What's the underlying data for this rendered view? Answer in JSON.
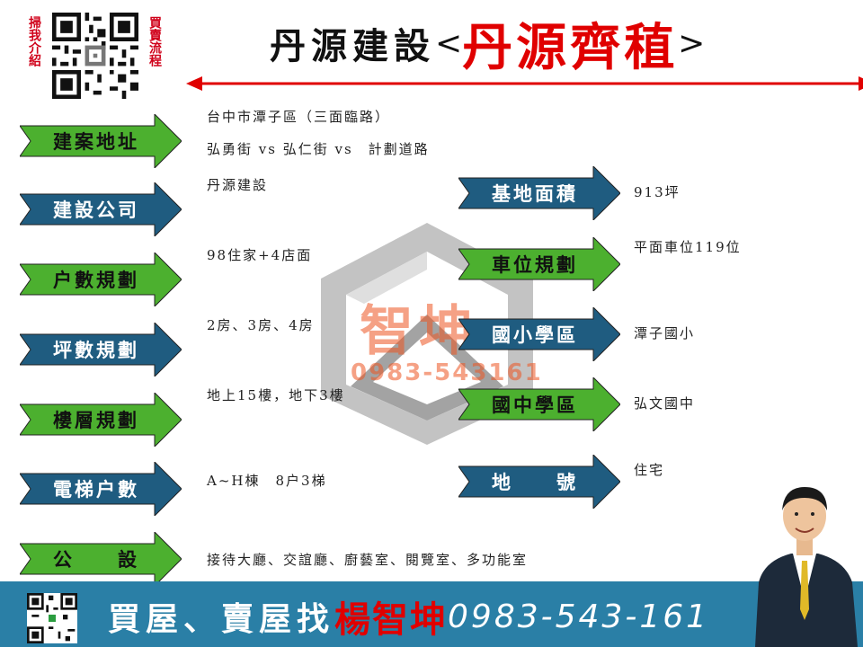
{
  "header": {
    "scan_left": "掃我介紹",
    "scan_right": "買賣流程",
    "title_company": "丹源建設",
    "title_bracket_open": "<",
    "title_project": "丹源齊稙",
    "title_bracket_close": ">"
  },
  "left_items": [
    {
      "label": "建案地址",
      "color": "green",
      "lines": [
        "台中市潭子區（三面臨路）",
        "弘勇街 vs 弘仁街 vs　計劃道路"
      ]
    },
    {
      "label": "建設公司",
      "color": "navy",
      "lines": [
        "丹源建設"
      ]
    },
    {
      "label": "户數規劃",
      "color": "green",
      "lines": [
        "98住家+4店面"
      ]
    },
    {
      "label": "坪數規劃",
      "color": "navy",
      "lines": [
        "2房、3房、4房"
      ]
    },
    {
      "label": "樓層規劃",
      "color": "green",
      "lines": [
        "地上15樓，地下3樓"
      ]
    },
    {
      "label": "電梯户數",
      "color": "navy",
      "lines": [
        "A~H棟　8户3梯"
      ]
    },
    {
      "label": "公　　設",
      "color": "green",
      "lines": [
        "接待大廳、交誼廳、廚藝室、閱覽室、多功能室"
      ]
    }
  ],
  "right_items": [
    {
      "label": "基地面積",
      "color": "navy",
      "value": "913坪"
    },
    {
      "label": "車位規劃",
      "color": "green",
      "value": "平面車位119位"
    },
    {
      "label": "國小學區",
      "color": "navy",
      "value": "潭子國小"
    },
    {
      "label": "國中學區",
      "color": "green",
      "value": "弘文國中"
    },
    {
      "label": "地　　號",
      "color": "navy",
      "value": "住宅"
    }
  ],
  "watermark": {
    "name": "智坤",
    "phone": "0983-543161"
  },
  "footer": {
    "prefix": "買屋、賣屋找",
    "name": "楊智坤",
    "phone": "0983-543-161"
  },
  "colors": {
    "green": "#4cb02f",
    "navy": "#1f5c80",
    "accent_red": "#e00000",
    "footer_bg": "#2a7fa6"
  },
  "icons": [
    "qr-code-icon",
    "double-arrow-line-icon",
    "house-logo-icon",
    "agent-photo"
  ]
}
